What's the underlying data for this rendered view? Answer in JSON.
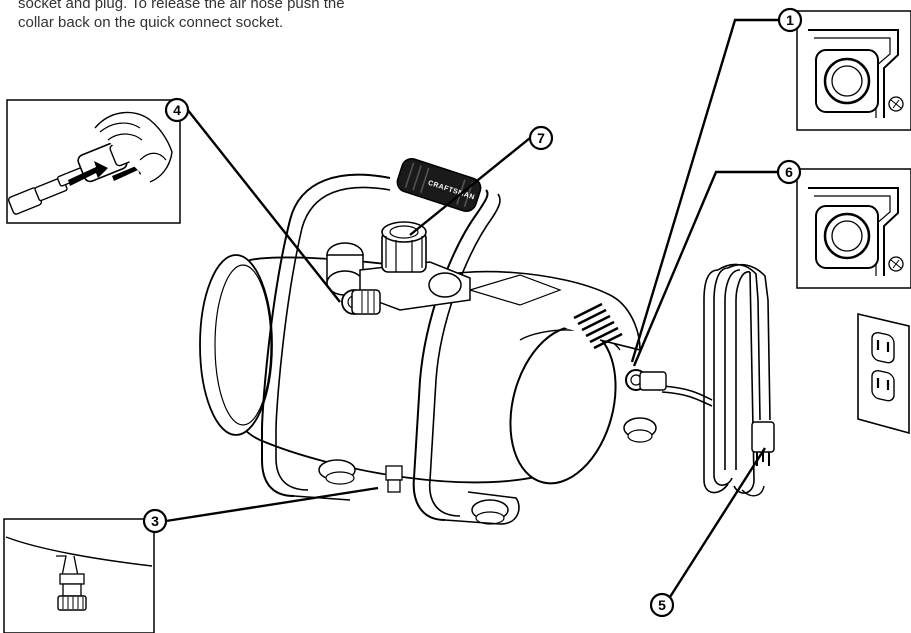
{
  "intro": {
    "line1": "socket and plug. To release the air hose push the",
    "line2": "collar back on the quick connect socket."
  },
  "callouts": [
    "1",
    "3",
    "4",
    "5",
    "6",
    "7"
  ],
  "brand": "CRAFTSMAN"
}
